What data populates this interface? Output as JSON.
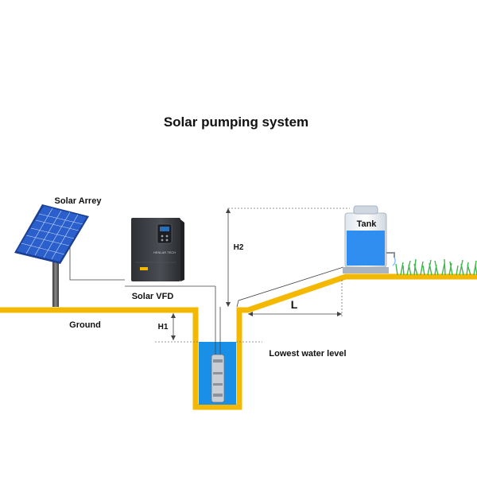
{
  "title": "Solar pumping system",
  "labels": {
    "solar_array": "Solar Arrey",
    "solar_vfd": "Solar VFD",
    "ground": "Ground",
    "h1": "H1",
    "h2": "H2",
    "l": "L",
    "tank": "Tank",
    "lowest_water_level": "Lowest water level"
  },
  "vfd_panel_text": "HENLAR TECH",
  "colors": {
    "ground_line": "#f5b800",
    "water": "#1a8fe8",
    "tank_water": "#2f8ef0",
    "grass": "#3db84a",
    "panel": "#2a5fcc",
    "vfd_body": "#3a3d42"
  }
}
